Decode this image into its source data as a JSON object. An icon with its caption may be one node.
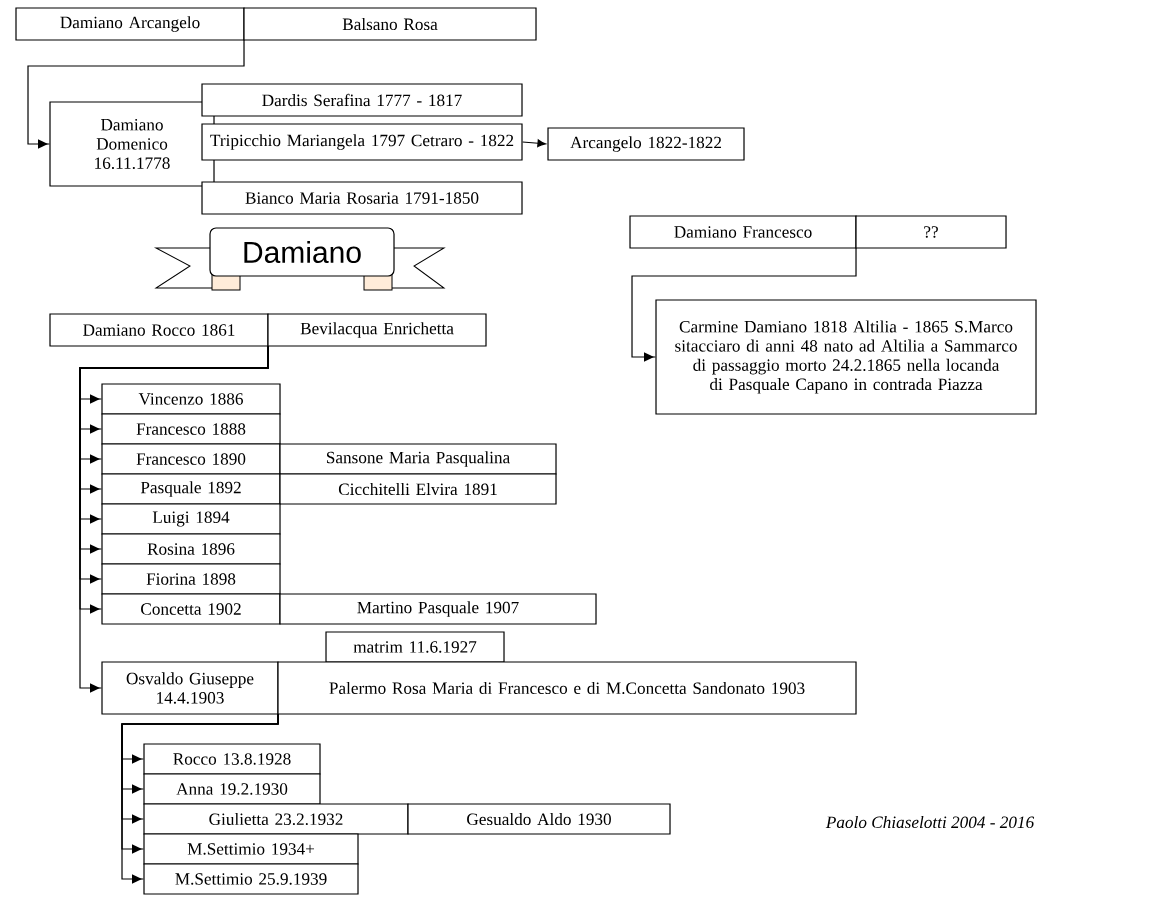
{
  "diagram": {
    "nodes": [
      {
        "text": [
          "Damiano Arcangelo"
        ]
      },
      {
        "text": [
          "Balsano Rosa"
        ]
      },
      {
        "text": [
          "Damiano Domenico 16.11.1778"
        ]
      },
      {
        "text": [
          "Dardis Serafina 1777 - 1817"
        ]
      },
      {
        "text": [
          "Tripicchio Mariangela 1797 Cetraro - 1822"
        ]
      },
      {
        "text": [
          "Arcangelo 1822-1822"
        ]
      },
      {
        "text": [
          "Bianco Maria Rosaria 1791-1850"
        ]
      },
      {
        "text": [
          "Damiano"
        ]
      },
      {
        "text": [
          "Damiano Francesco"
        ]
      },
      {
        "text": [
          "??"
        ]
      },
      {
        "text": [
          "Carmine Damiano 1818 Altilia - 1865 S.Marco sitacciaro di anni 48 nato ad Altilia a Sammarco di passaggio morto 24.2.1865 nella locanda di Pasquale Capano in contrada Piazza"
        ]
      },
      {
        "text": [
          "Damiano Rocco 1861"
        ]
      },
      {
        "text": [
          "Bevilacqua Enrichetta"
        ]
      },
      {
        "text": [
          "Vincenzo 1886"
        ]
      },
      {
        "text": [
          "Francesco 1888"
        ]
      },
      {
        "text": [
          "Francesco 1890"
        ]
      },
      {
        "text": [
          "Sansone Maria Pasqualina"
        ]
      },
      {
        "text": [
          "Pasquale 1892"
        ]
      },
      {
        "text": [
          "Cicchitelli Elvira 1891"
        ]
      },
      {
        "text": [
          "Luigi 1894"
        ]
      },
      {
        "text": [
          "Rosina 1896"
        ]
      },
      {
        "text": [
          "Fiorina 1898"
        ]
      },
      {
        "text": [
          "Concetta 1902"
        ]
      },
      {
        "text": [
          "Martino Pasquale 1907"
        ]
      },
      {
        "text": [
          "matrim 11.6.1927"
        ]
      },
      {
        "text": [
          "Osvaldo Giuseppe 14.4.1903"
        ]
      },
      {
        "text": [
          "Palermo Rosa Maria di Francesco e di M.Concetta Sandonato 1903"
        ]
      },
      {
        "text": [
          "Rocco 13.8.1928"
        ]
      },
      {
        "text": [
          "Anna 19.2.1930"
        ]
      },
      {
        "text": [
          "Giulietta 23.2.1932"
        ]
      },
      {
        "text": [
          "Gesualdo Aldo 1930"
        ]
      },
      {
        "text": [
          "M.Settimio 1934+"
        ]
      },
      {
        "text": [
          "M.Settimio 25.9.1939"
        ]
      }
    ],
    "edges": [
      {
        "from": 0,
        "to": 2,
        "arrow": "to"
      },
      {
        "from": 1,
        "to": 2,
        "arrow": "to"
      },
      {
        "from": 4,
        "to": 5,
        "arrow": "to"
      },
      {
        "from": 8,
        "to": 10,
        "arrow": "to"
      },
      {
        "from": 9,
        "to": 10,
        "arrow": "to"
      },
      {
        "from": 11,
        "to": 13,
        "arrow": "to"
      },
      {
        "from": 12,
        "to": 13,
        "arrow": "to"
      },
      {
        "from": 11,
        "to": 14,
        "arrow": "to"
      },
      {
        "from": 12,
        "to": 14,
        "arrow": "to"
      },
      {
        "from": 11,
        "to": 15,
        "arrow": "to"
      },
      {
        "from": 12,
        "to": 15,
        "arrow": "to"
      },
      {
        "from": 11,
        "to": 17,
        "arrow": "to"
      },
      {
        "from": 12,
        "to": 17,
        "arrow": "to"
      },
      {
        "from": 11,
        "to": 19,
        "arrow": "to"
      },
      {
        "from": 12,
        "to": 19,
        "arrow": "to"
      },
      {
        "from": 11,
        "to": 20,
        "arrow": "to"
      },
      {
        "from": 12,
        "to": 20,
        "arrow": "to"
      },
      {
        "from": 11,
        "to": 21,
        "arrow": "to"
      },
      {
        "from": 12,
        "to": 21,
        "arrow": "to"
      },
      {
        "from": 11,
        "to": 22,
        "arrow": "to"
      },
      {
        "from": 12,
        "to": 22,
        "arrow": "to"
      },
      {
        "from": 11,
        "to": 25,
        "arrow": "to"
      },
      {
        "from": 12,
        "to": 25,
        "arrow": "to"
      },
      {
        "from": 25,
        "to": 27,
        "arrow": "to"
      },
      {
        "from": 26,
        "to": 27,
        "arrow": "to"
      },
      {
        "from": 25,
        "to": 28,
        "arrow": "to"
      },
      {
        "from": 26,
        "to": 28,
        "arrow": "to"
      },
      {
        "from": 25,
        "to": 29,
        "arrow": "to"
      },
      {
        "from": 26,
        "to": 29,
        "arrow": "to"
      },
      {
        "from": 25,
        "to": 31,
        "arrow": "to"
      },
      {
        "from": 26,
        "to": 31,
        "arrow": "to"
      },
      {
        "from": 25,
        "to": 32,
        "arrow": "to"
      },
      {
        "from": 26,
        "to": 32,
        "arrow": "to"
      }
    ],
    "labels": [
      "Paolo Chiaselotti 2004 - 2016"
    ]
  }
}
